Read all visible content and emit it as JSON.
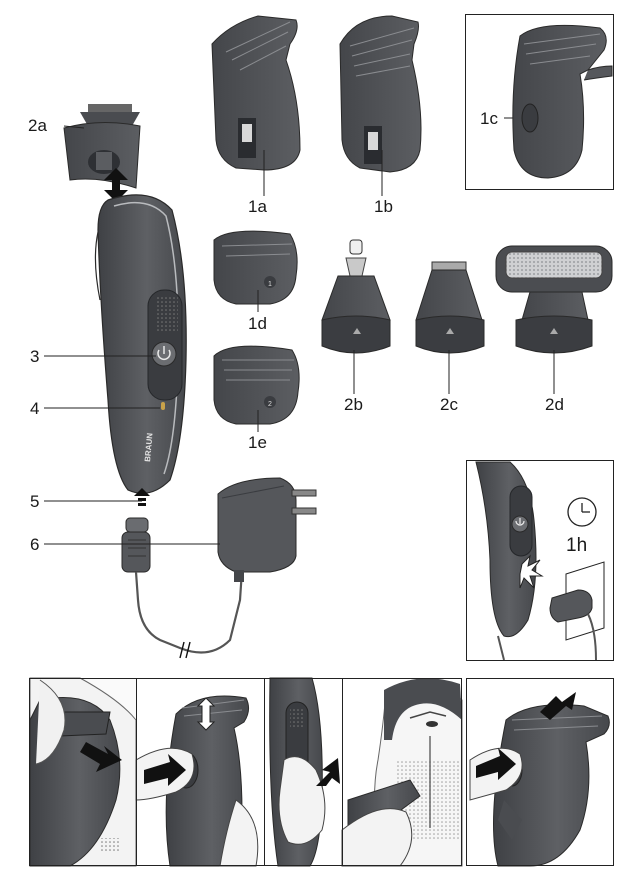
{
  "labels": {
    "l1a": "1a",
    "l1b": "1b",
    "l1c": "1c",
    "l1d": "1d",
    "l1e": "1e",
    "l2a": "2a",
    "l2b": "2b",
    "l2c": "2c",
    "l2d": "2d",
    "l3": "3",
    "l4": "4",
    "l5": "5",
    "l6": "6",
    "charge_time": "1h"
  },
  "brand": "BRAUN",
  "comb_numbers": {
    "c1": "1",
    "c2": "2"
  },
  "colors": {
    "body": "#55575b",
    "body_dark": "#3d3f43",
    "body_light": "#8a8c90",
    "line": "#222222",
    "skin": "#f2f2f2"
  }
}
